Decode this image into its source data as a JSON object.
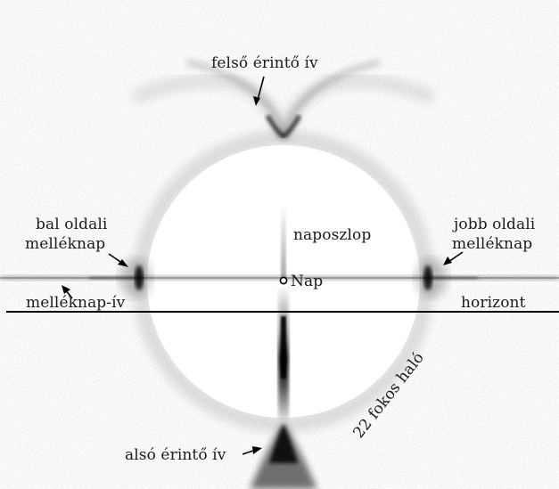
{
  "labels": {
    "upper_tangent_arc": "felső érintő ív",
    "left_parhelion_line1": "bal oldali",
    "left_parhelion_line2": "melléknap",
    "right_parhelion_line1": "jobb oldali",
    "right_parhelion_line2": "melléknap",
    "sun_pillar": "naposzlop",
    "sun": "Nap",
    "parhelic_circle": "melléknap-ív",
    "horizon": "horizont",
    "halo_22": "22 fokos haló",
    "lower_tangent_arc": "alsó érintő ív"
  },
  "colors": {
    "background": "#ffffff",
    "halo_ink": "#000000",
    "text": "#1a1a1a"
  }
}
